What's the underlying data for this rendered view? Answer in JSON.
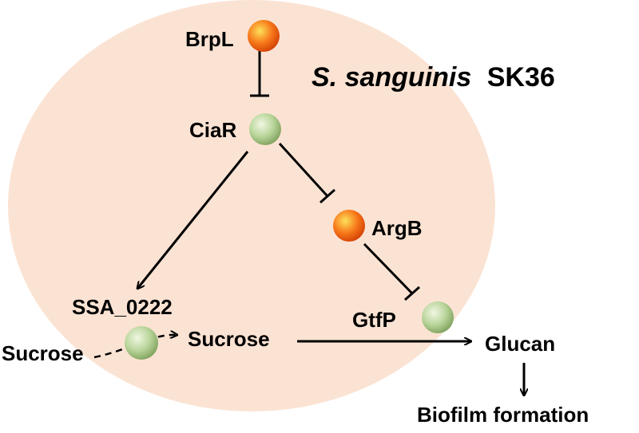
{
  "title": {
    "species": "S. sanguinis",
    "strain": "SK36"
  },
  "nodes": {
    "brpl": {
      "label": "BrpL",
      "state": "up"
    },
    "ciar": {
      "label": "CiaR",
      "state": "down"
    },
    "argb": {
      "label": "ArgB",
      "state": "up"
    },
    "gtfp": {
      "label": "GtfP",
      "state": "down"
    },
    "ssa_0222": {
      "label": "SSA_0222",
      "state": "down"
    }
  },
  "metabolites": {
    "sucrose_outside": "Sucrose",
    "sucrose_inside": "Sucrose",
    "glucan": "Glucan",
    "biofilm": "Biofilm formation"
  },
  "colors": {
    "cell": "#fbe3d3",
    "node_up_center": "#fde15a",
    "node_up_mid": "#f7781a",
    "node_up_edge": "#d23f05",
    "node_down_center": "#f1f7e3",
    "node_down_mid": "#b9d59a",
    "node_down_edge": "#7ea05c",
    "line": "#000000"
  },
  "edges": [
    {
      "from": "BrpL",
      "to": "CiaR",
      "type": "inhibition"
    },
    {
      "from": "CiaR",
      "to": "ArgB",
      "type": "inhibition"
    },
    {
      "from": "ArgB",
      "to": "GtfP",
      "type": "inhibition"
    },
    {
      "from": "CiaR",
      "to": "SSA_0222",
      "type": "activation"
    },
    {
      "from": "Sucrose (outside)",
      "to": "Sucrose (inside)",
      "type": "transport",
      "via": "SSA_0222"
    },
    {
      "from": "Sucrose (inside)",
      "to": "Glucan",
      "type": "conversion"
    },
    {
      "from": "Glucan",
      "to": "Biofilm formation",
      "type": "leads-to"
    }
  ]
}
